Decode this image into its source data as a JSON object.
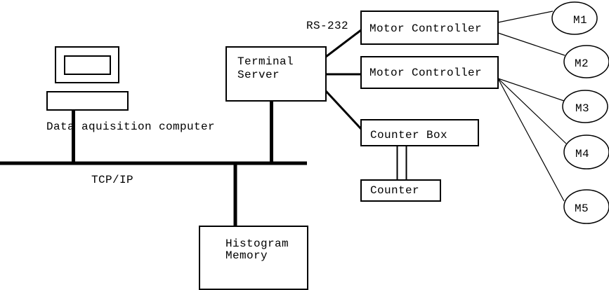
{
  "nodes": {
    "computer_label": "Data aquisition computer",
    "bus_label": "TCP/IP",
    "serial_label": "RS-232",
    "terminal_server": {
      "line1": "Terminal",
      "line2": "Server"
    },
    "motor_controller_1": "Motor Controller",
    "motor_controller_2": "Motor Controller",
    "counter_box": "Counter Box",
    "counter": "Counter",
    "histogram_memory": {
      "line1": "Histogram",
      "line2": "Memory"
    },
    "motors": [
      "M1",
      "M2",
      "M3",
      "M4",
      "M5"
    ]
  },
  "colors": {
    "stroke": "#000000",
    "background": "#ffffff"
  }
}
